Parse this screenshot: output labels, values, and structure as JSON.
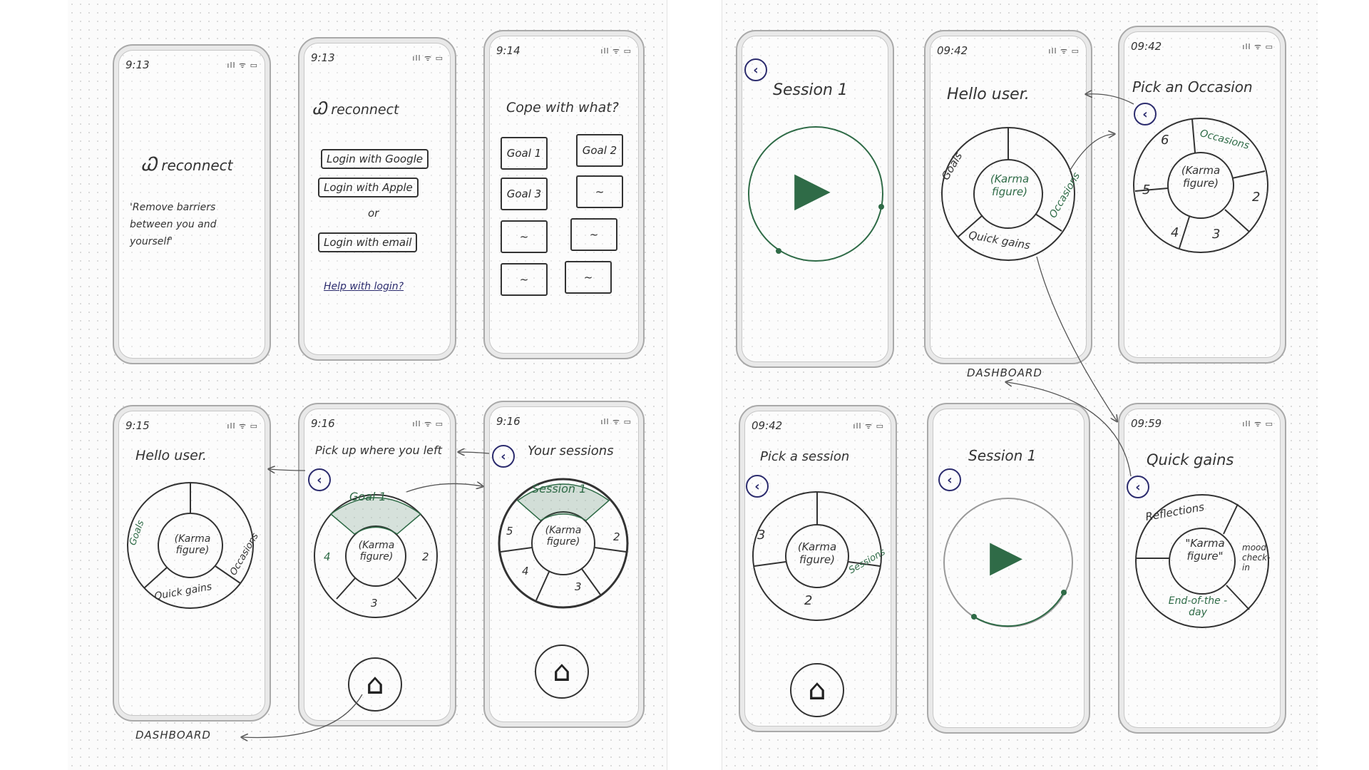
{
  "status_icons": "ıll ᯤ ▭",
  "logo_text": "reconnect",
  "tagline": "'Remove barriers between you and yourself'",
  "login": {
    "google": "Login with Google",
    "apple": "Login with Apple",
    "or": "or",
    "email": "Login with email",
    "help": "Help with login?"
  },
  "screens": {
    "splash_time": "9:13",
    "login_time": "9:13",
    "cope_time": "9:14",
    "hello_time": "9:15",
    "pickup_time": "9:16",
    "sessions_time": "9:16",
    "session1_time": "",
    "dash2_time": "09:42",
    "occasion_time": "09:42",
    "picksession_time": "09:42",
    "session1b_time": "",
    "quick_time": "09:59"
  },
  "titles": {
    "cope": "Cope with what?",
    "hello": "Hello user.",
    "pickup": "Pick up where you left",
    "your_sessions": "Your sessions",
    "session1": "Session 1",
    "occasion": "Pick an Occasion",
    "pick_session": "Pick a session",
    "quick_gains": "Quick gains"
  },
  "goals": [
    "Goal 1",
    "Goal 2",
    "Goal 3",
    "~",
    "~",
    "~",
    "~",
    "~"
  ],
  "ring_labels": {
    "karma": "(Karma figure)",
    "goals": "Goals",
    "occasions": "Occasions",
    "quick_gains": "Quick gains",
    "goal1": "Goal 1",
    "session1": "Session 1",
    "sessions": "Sessions",
    "reflections": "Reflections",
    "mood": "mood check-in",
    "eod": "End-of-the -day",
    "karma_quoted": "\"Karma figure\""
  },
  "numbers": {
    "pickup": [
      "4",
      "2",
      "3"
    ],
    "sessions": [
      "5",
      "2",
      "4",
      "3"
    ],
    "occasion": [
      "6",
      "5",
      "2",
      "4",
      "3"
    ],
    "picksession": [
      "3",
      "2"
    ]
  },
  "captions": {
    "dashboard_left": "DASHBOARD",
    "dashboard_right": "DASHBOARD"
  },
  "colors": {
    "ink": "#2b2b2b",
    "green_ink": "#2f6b47",
    "navy_ink": "#2c2c6e",
    "phone_frame": "#a9a9a9"
  },
  "icons": {
    "back": "chevron-left-icon",
    "home": "house-icon",
    "play": "play-icon",
    "logo": "reconnect-logo-icon"
  }
}
